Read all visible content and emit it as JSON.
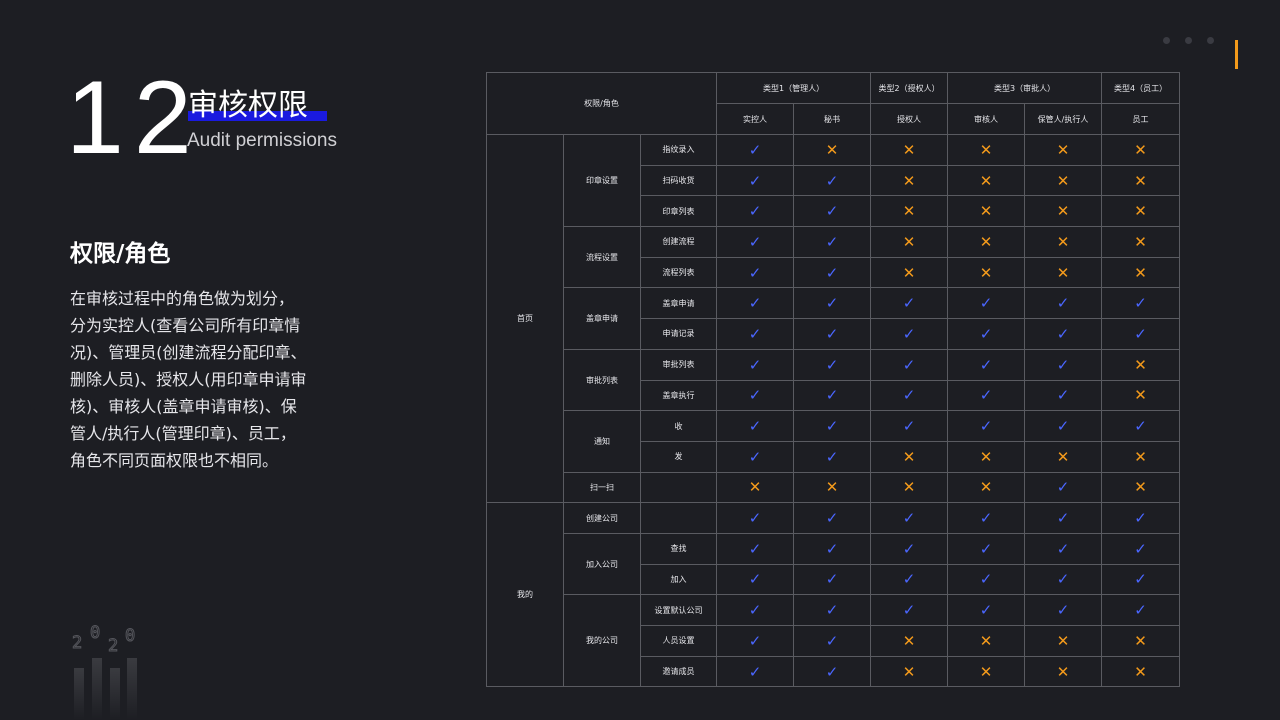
{
  "section_number": "12",
  "title": "审核权限",
  "title_en": "Audit permissions",
  "subtitle": "权限/角色",
  "description_lines": [
    "在审核过程中的角色做为划分，",
    "分为实控人(查看公司所有印章情",
    "况)、管理员(创建流程分配印章、",
    "删除人员)、授权人(用印章申请审",
    "核)、审核人(盖章申请审核)、保",
    "管人/执行人(管理印章)、员工，",
    "角色不同页面权限也不相同。"
  ],
  "decoration_year": [
    "2",
    "0",
    "2",
    "0"
  ],
  "colors": {
    "accent_blue": "#1a1adf",
    "check": "#4a66ff",
    "cross": "#f39a1b",
    "background": "#1d1e23"
  },
  "table": {
    "corner": "权限/角色",
    "groups": [
      {
        "label": "类型1（管理人）",
        "roles": [
          "实控人",
          "秘书"
        ]
      },
      {
        "label": "类型2（授权人）",
        "roles": [
          "授权人"
        ]
      },
      {
        "label": "类型3（审批人）",
        "roles": [
          "审核人",
          "保管人/执行人"
        ]
      },
      {
        "label": "类型4（员工）",
        "roles": [
          "员工"
        ]
      }
    ],
    "symbols": {
      "allowed": "✓",
      "denied": "✕"
    },
    "sections": [
      {
        "label": "首页",
        "modules": [
          {
            "label": "印章设置",
            "features": [
              {
                "label": "指纹录入",
                "perms": [
                  1,
                  0,
                  0,
                  0,
                  0,
                  0
                ]
              },
              {
                "label": "扫码收货",
                "perms": [
                  1,
                  1,
                  0,
                  0,
                  0,
                  0
                ]
              },
              {
                "label": "印章列表",
                "perms": [
                  1,
                  1,
                  0,
                  0,
                  0,
                  0
                ]
              }
            ]
          },
          {
            "label": "流程设置",
            "features": [
              {
                "label": "创建流程",
                "perms": [
                  1,
                  1,
                  0,
                  0,
                  0,
                  0
                ]
              },
              {
                "label": "流程列表",
                "perms": [
                  1,
                  1,
                  0,
                  0,
                  0,
                  0
                ]
              }
            ]
          },
          {
            "label": "盖章申请",
            "features": [
              {
                "label": "盖章申请",
                "perms": [
                  1,
                  1,
                  1,
                  1,
                  1,
                  1
                ]
              },
              {
                "label": "申请记录",
                "perms": [
                  1,
                  1,
                  1,
                  1,
                  1,
                  1
                ]
              }
            ]
          },
          {
            "label": "审批列表",
            "features": [
              {
                "label": "审批列表",
                "perms": [
                  1,
                  1,
                  1,
                  1,
                  1,
                  0
                ]
              },
              {
                "label": "盖章执行",
                "perms": [
                  1,
                  1,
                  1,
                  1,
                  1,
                  0
                ]
              }
            ]
          },
          {
            "label": "通知",
            "features": [
              {
                "label": "收",
                "perms": [
                  1,
                  1,
                  1,
                  1,
                  1,
                  1
                ]
              },
              {
                "label": "发",
                "perms": [
                  1,
                  1,
                  0,
                  0,
                  0,
                  0
                ]
              }
            ]
          },
          {
            "label": "扫一扫",
            "features": [
              {
                "label": "",
                "perms": [
                  0,
                  0,
                  0,
                  0,
                  1,
                  0
                ]
              }
            ]
          }
        ]
      },
      {
        "label": "我的",
        "modules": [
          {
            "label": "创建公司",
            "features": [
              {
                "label": "",
                "perms": [
                  1,
                  1,
                  1,
                  1,
                  1,
                  1
                ]
              }
            ]
          },
          {
            "label": "加入公司",
            "features": [
              {
                "label": "查找",
                "perms": [
                  1,
                  1,
                  1,
                  1,
                  1,
                  1
                ]
              },
              {
                "label": "加入",
                "perms": [
                  1,
                  1,
                  1,
                  1,
                  1,
                  1
                ]
              }
            ]
          },
          {
            "label": "我的公司",
            "features": [
              {
                "label": "设置默认公司",
                "perms": [
                  1,
                  1,
                  1,
                  1,
                  1,
                  1
                ]
              },
              {
                "label": "人员设置",
                "perms": [
                  1,
                  1,
                  0,
                  0,
                  0,
                  0
                ]
              },
              {
                "label": "邀请成员",
                "perms": [
                  1,
                  1,
                  0,
                  0,
                  0,
                  0
                ]
              }
            ]
          }
        ]
      }
    ]
  }
}
